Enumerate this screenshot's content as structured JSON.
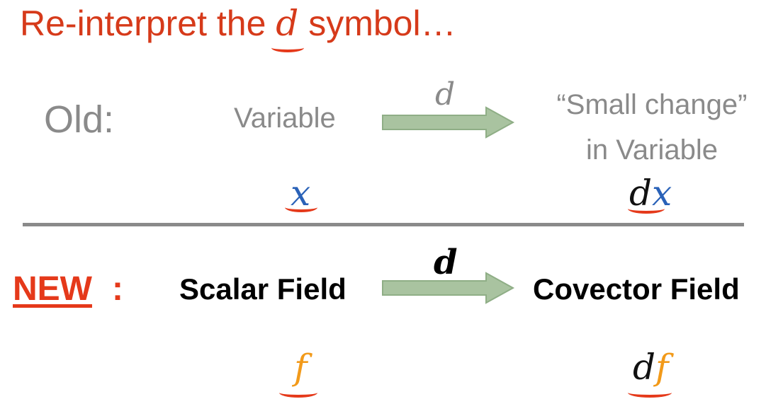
{
  "title": {
    "before": "Re-interpret the ",
    "symbol": "d",
    "after": " symbol…"
  },
  "old": {
    "label": "Old:",
    "from_text": "Variable",
    "operator": "d",
    "to_text_line1": "“Small change”",
    "to_text_line2": "in Variable",
    "from_math": "x",
    "to_math_op": "d",
    "to_math_var": "x"
  },
  "new": {
    "label": "NEW",
    "colon": ":",
    "from_text": "Scalar Field",
    "operator": "d",
    "to_text": "Covector Field",
    "from_math": "f",
    "to_math_op": "d",
    "to_math_var": "f"
  },
  "colors": {
    "title": "#d63a1a",
    "accent_red": "#e5391a",
    "gray_text": "#8a8a8a",
    "arrow_fill": "#a9c3a0",
    "arrow_stroke": "#8fae86",
    "var_blue": "#2a62b8",
    "var_orange": "#f29a1a"
  }
}
